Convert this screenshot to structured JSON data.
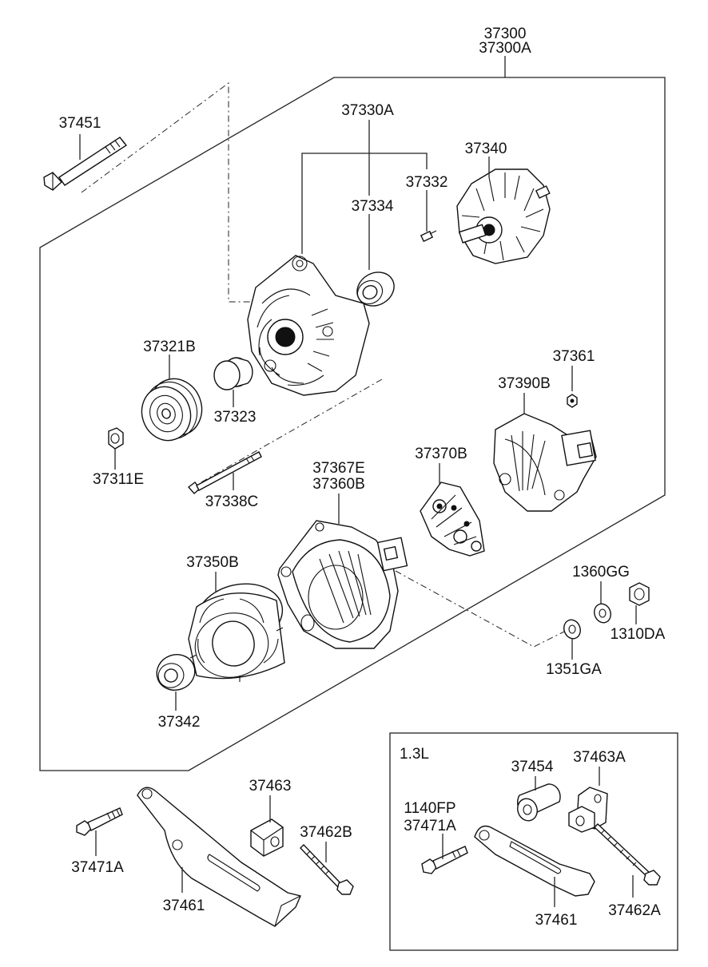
{
  "labels": {
    "assembly": "37300",
    "assembly_alt": "37300A",
    "through_bolt_long": "37451",
    "front_housing_set": "37330A",
    "screw": "37332",
    "bearing_front": "37334",
    "rotor": "37340",
    "pulley": "37321B",
    "spacer": "37323",
    "nut_pulley": "37311E",
    "through_bolt": "37338C",
    "nut_terminal_small": "37361",
    "cover": "37390B",
    "rectifier": "37370B",
    "rear_housing_a": "37367E",
    "rear_housing_b": "37360B",
    "stator": "37350B",
    "bearing_rear": "37342",
    "washer_1360": "1360GG",
    "nut_1310": "1310DA",
    "insulator_1351": "1351GA",
    "bracket_nut_block": "37463",
    "bracket_bolt_left": "37471A",
    "bracket_bolt_long": "37462B",
    "bracket_left": "37461"
  },
  "inset": {
    "title": "1.3L",
    "spacer": "37454",
    "nut_block": "37463A",
    "bolt_a": "1140FP",
    "bolt_b": "37471A",
    "bracket": "37461",
    "long_bolt": "37462A"
  }
}
